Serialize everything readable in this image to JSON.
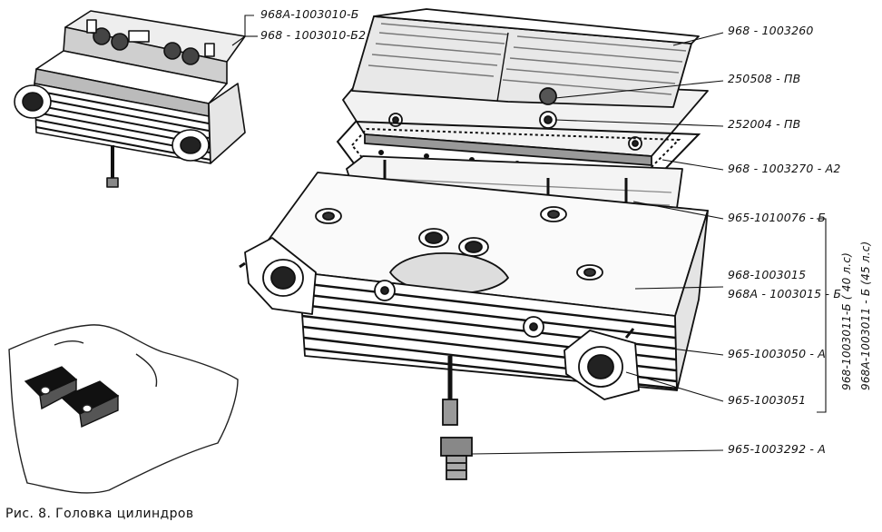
{
  "figure": {
    "caption": "Рис. 8. Головка цилиндров"
  },
  "labels": {
    "top_left_a": "968А-1003010-Б",
    "top_left_b": "968 - 1003010-Б2",
    "cover": "968 - 1003260",
    "nut": "250508 - ПВ",
    "washer": "252004 - ПВ",
    "gasket": "968 - 1003270 - А2",
    "stud": "965-1010076 - Б",
    "head_a": "968-1003015",
    "head_b": "968А - 1003015 - Б",
    "seat": "965-1003050 - А",
    "guide": "965-1003051",
    "plug": "965-1003292 - А",
    "vertical_a": "968-1003011-Б ( 40 л.с)",
    "vertical_b": "968А-1003011 - Б (45 л.с)"
  },
  "colors": {
    "ink": "#111111",
    "paper": "#ffffff",
    "shade": "#9a9a9a",
    "light": "#d9d9d9"
  }
}
